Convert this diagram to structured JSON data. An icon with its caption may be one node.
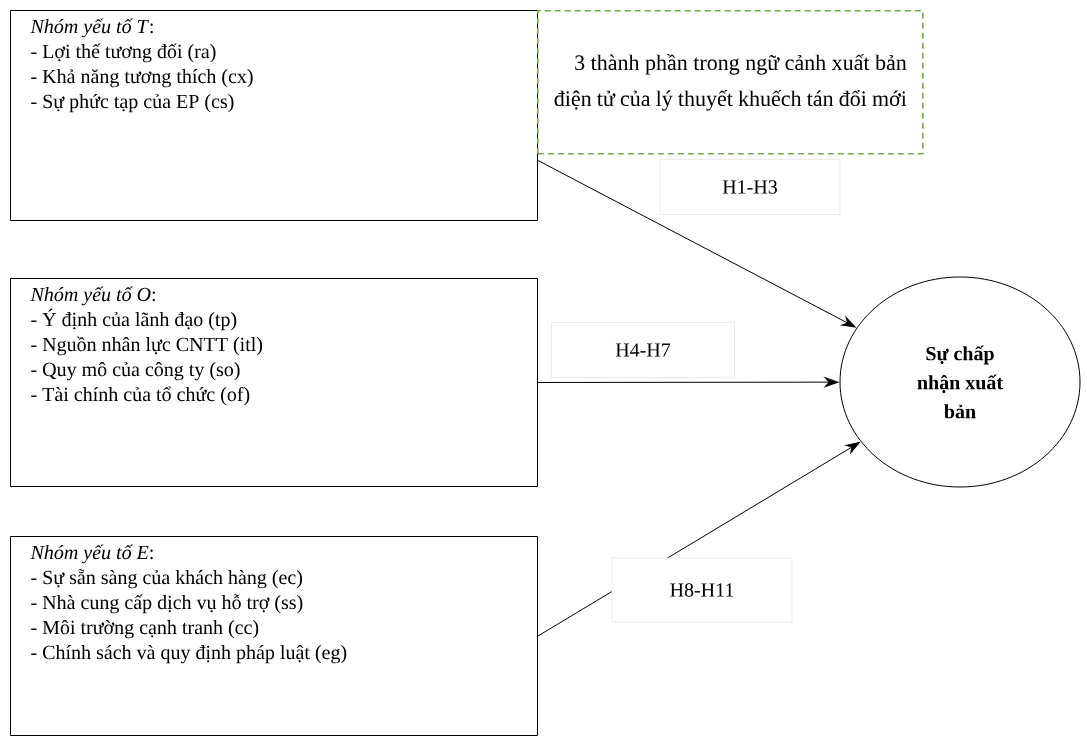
{
  "diagram": {
    "nodes": [
      {
        "text": [
          "*Nhóm yếu tố T*:",
          "- Lợi thế tương đối (ra)",
          "- Khả năng tương thích (cx)",
          "- Sự phức tạp của EP (cs)"
        ]
      },
      {
        "text": [
          "3 thành phần trong ngữ cảnh xuất bản điện tử của lý thuyết khuếch tán đổi mới"
        ]
      },
      {
        "text": [
          "*Nhóm yếu tố O*:",
          "- Ý định của lãnh đạo (tp)",
          "- Nguồn nhân lực CNTT (itl)",
          "- Quy mô của công ty (so)",
          "- Tài chính của tổ chức (of)"
        ]
      },
      {
        "text": [
          "*Nhóm yếu tố E*:",
          "- Sự sẵn sàng của khách hàng (ec)",
          "- Nhà cung cấp dịch vụ hỗ trợ (ss)",
          "- Môi trường cạnh tranh (cc)",
          "- Chính sách và quy định pháp luật (eg)"
        ]
      },
      {
        "text": [
          "Sự chấp nhận xuất bản"
        ]
      }
    ],
    "edges": [
      {
        "from": 0,
        "to": 4,
        "arrow": "to",
        "label": "H1-H3"
      },
      {
        "from": 2,
        "to": 4,
        "arrow": "to",
        "label": "H4-H7"
      },
      {
        "from": 3,
        "to": 4,
        "arrow": "to",
        "label": "H8-H11"
      }
    ]
  }
}
